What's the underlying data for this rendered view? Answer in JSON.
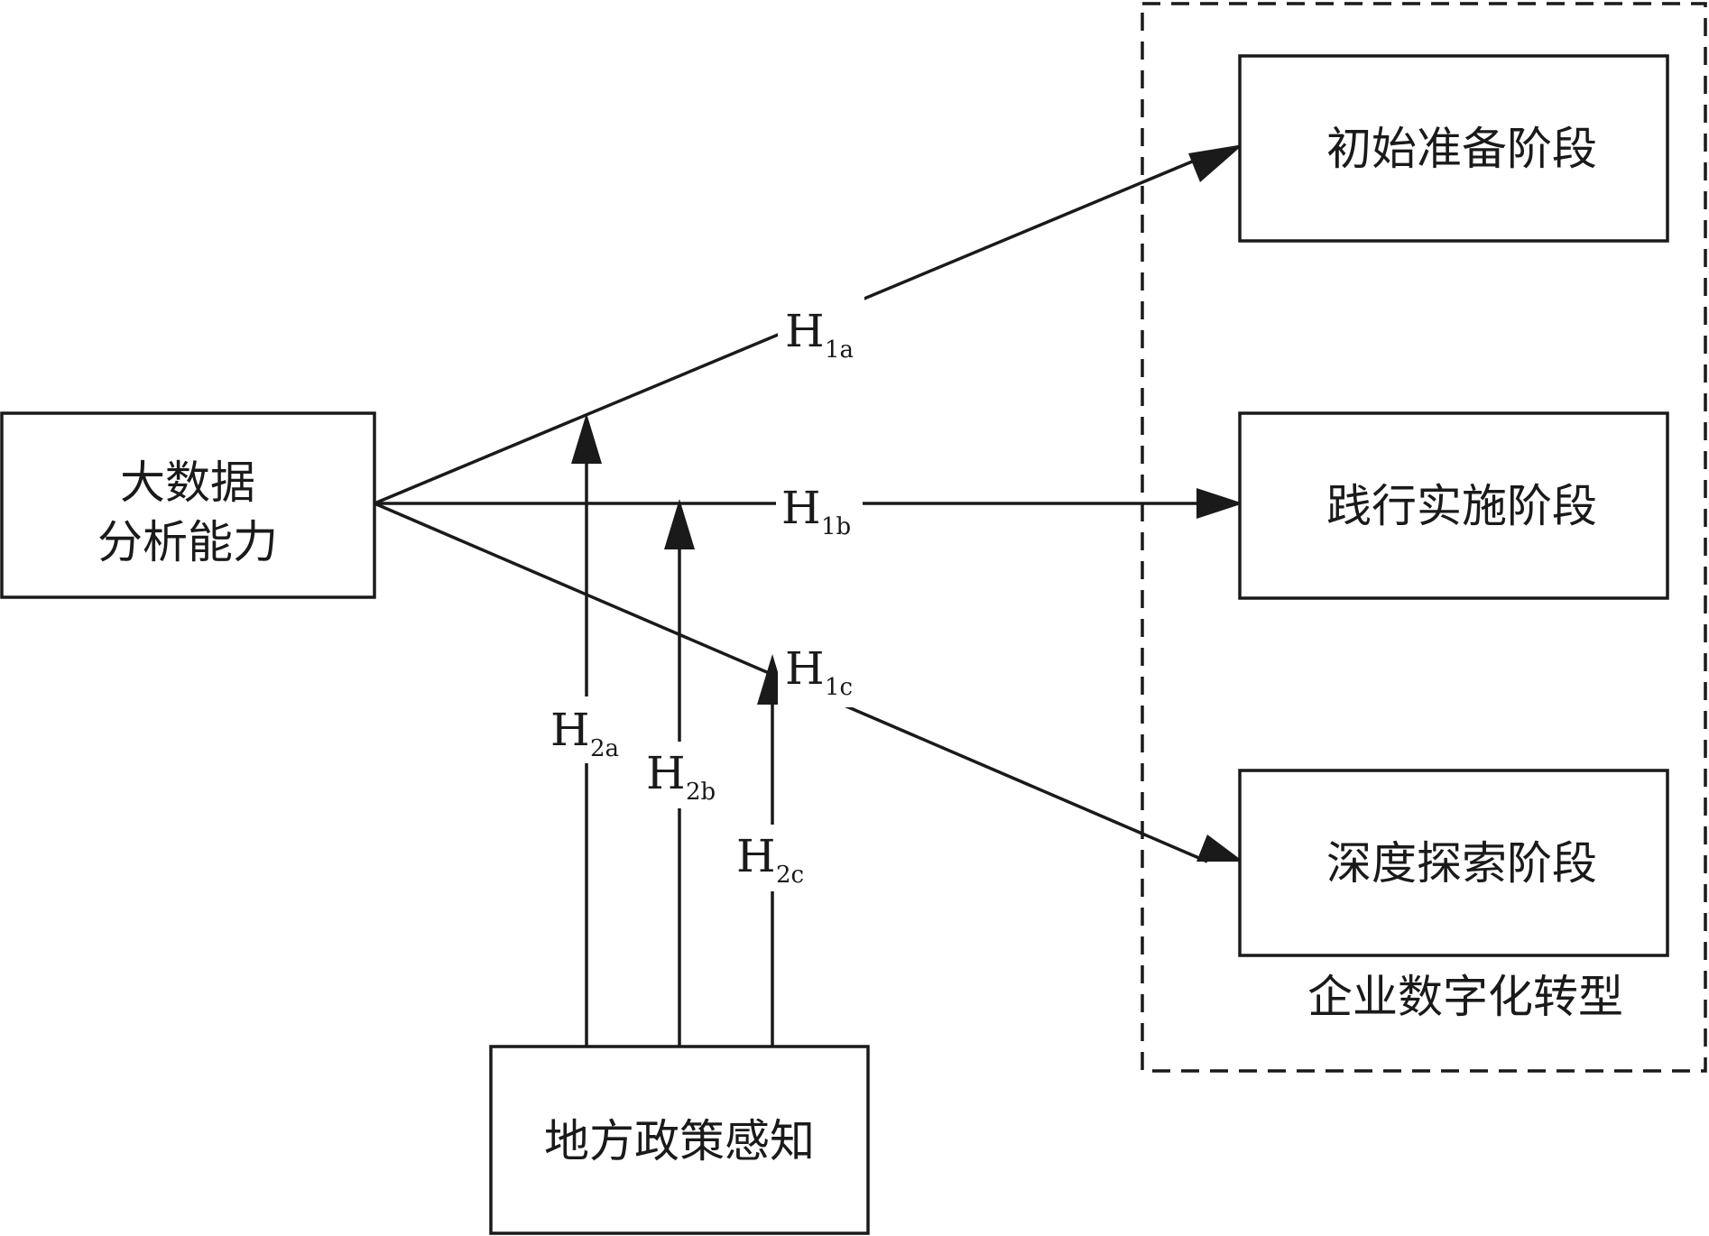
{
  "nodes": {
    "big_data": {
      "line1": "大数据",
      "line2": "分析能力"
    },
    "local_policy": {
      "label": "地方政策感知"
    },
    "stage_initial": {
      "label": "初始准备阶段"
    },
    "stage_practice": {
      "label": "践行实施阶段"
    },
    "stage_deep": {
      "label": "深度探索阶段"
    },
    "group_label": "企业数字化转型"
  },
  "hypotheses": {
    "h1a": {
      "main": "H",
      "sub": "1a"
    },
    "h1b": {
      "main": "H",
      "sub": "1b"
    },
    "h1c": {
      "main": "H",
      "sub": "1c"
    },
    "h2a": {
      "main": "H",
      "sub": "2a"
    },
    "h2b": {
      "main": "H",
      "sub": "2b"
    },
    "h2c": {
      "main": "H",
      "sub": "2c"
    }
  },
  "colors": {
    "stroke": "#1a1a1a",
    "background": "#ffffff"
  }
}
